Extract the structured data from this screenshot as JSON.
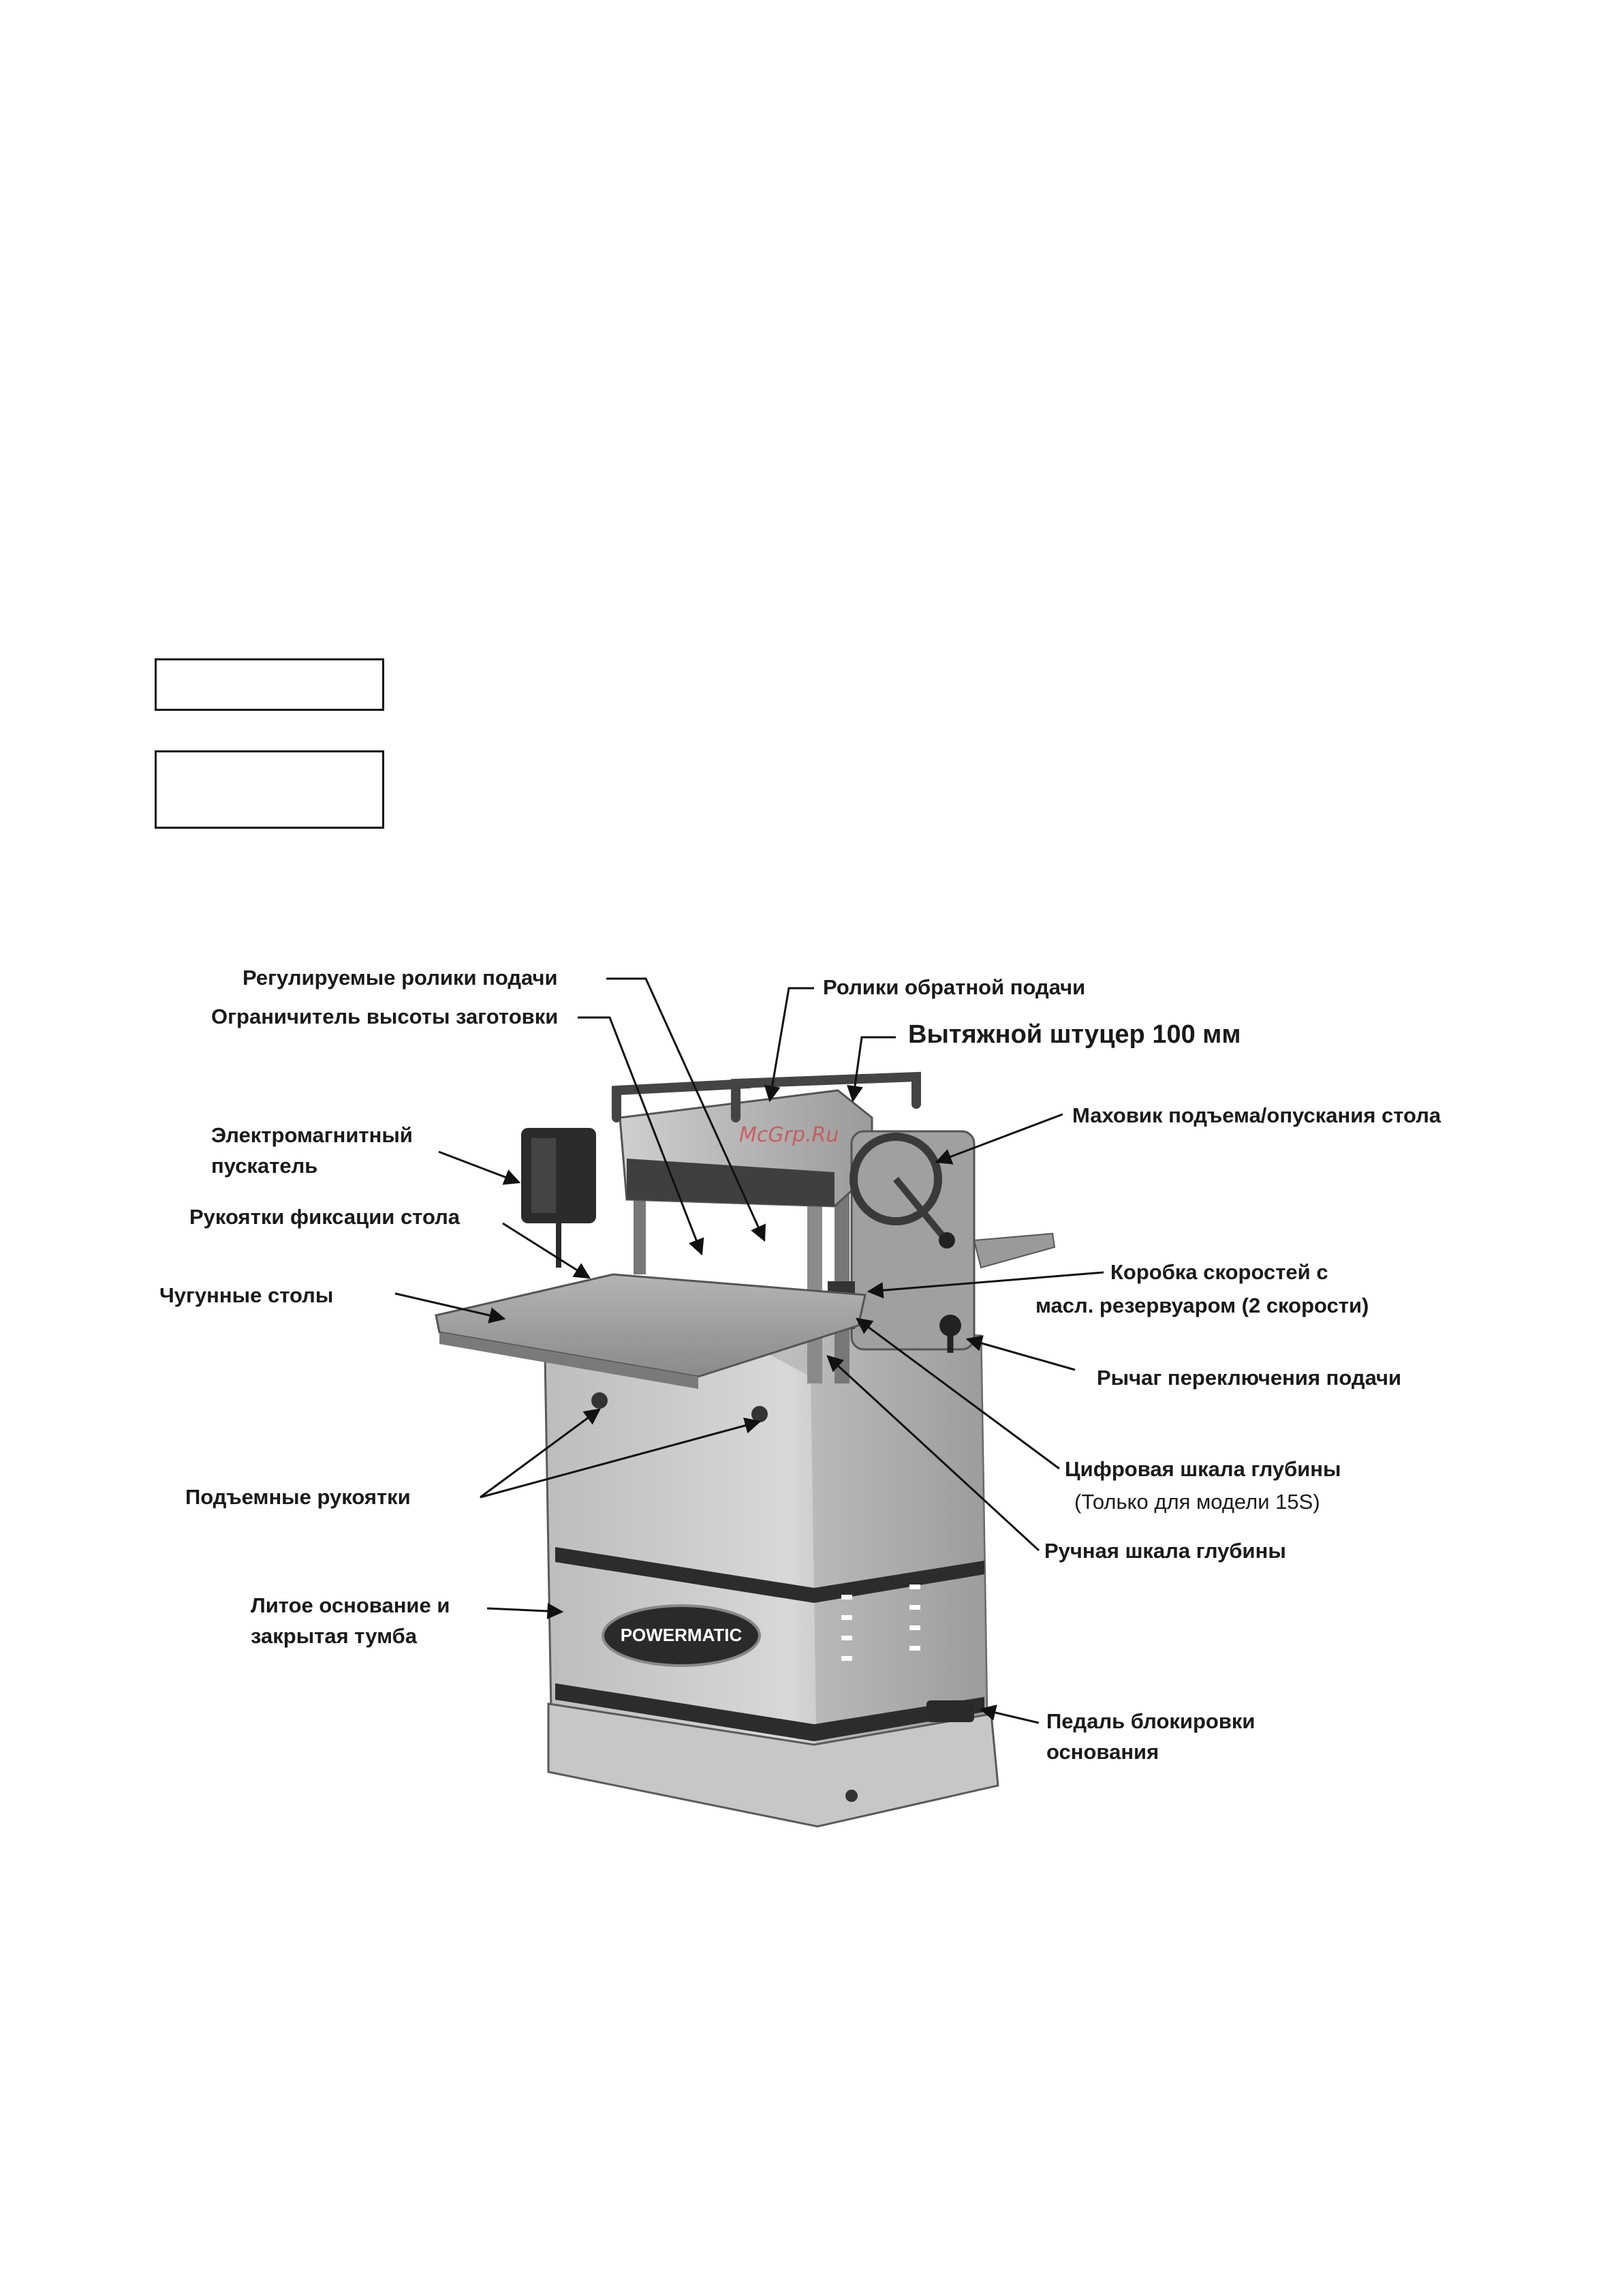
{
  "watermark": "McGrp.Ru",
  "colors": {
    "ink": "#111111",
    "machine_light": "#d7d7d7",
    "machine_mid": "#a9a9a9",
    "machine_dark": "#3a3a3a",
    "watermark": "#d24a4a"
  },
  "brand_plate": "POWERMATIC",
  "labels": {
    "adjustable_feed_rollers": "Регулируемые ролики подачи",
    "workpiece_height_limiter": "Ограничитель высоты заготовки",
    "outfeed_rollers": "Ролики обратной подачи",
    "dust_port": "Вытяжной штуцер 100 мм",
    "magnetic_starter_line1": "Электромагнитный",
    "magnetic_starter_line2": "пускатель",
    "handwheel": "Маховик подъема/опускания стола",
    "table_lock_handles": "Рукоятки фиксации стола",
    "cast_iron_tables": "Чугунные столы",
    "gearbox_line1": "Коробка скоростей с",
    "gearbox_line2": "масл. резервуаром  (2 скорости)",
    "feed_lever": "Рычаг переключения подачи",
    "lift_handles": "Подъемные рукоятки",
    "digital_scale_line1": "Цифровая шкала глубины",
    "digital_scale_line2": "(Только для модели 15S)",
    "manual_scale": "Ручная шкала глубины",
    "base_line1": "Литое основание и",
    "base_line2": "закрытая тумба",
    "pedal_line1": "Педаль блокировки",
    "pedal_line2": "основания"
  }
}
